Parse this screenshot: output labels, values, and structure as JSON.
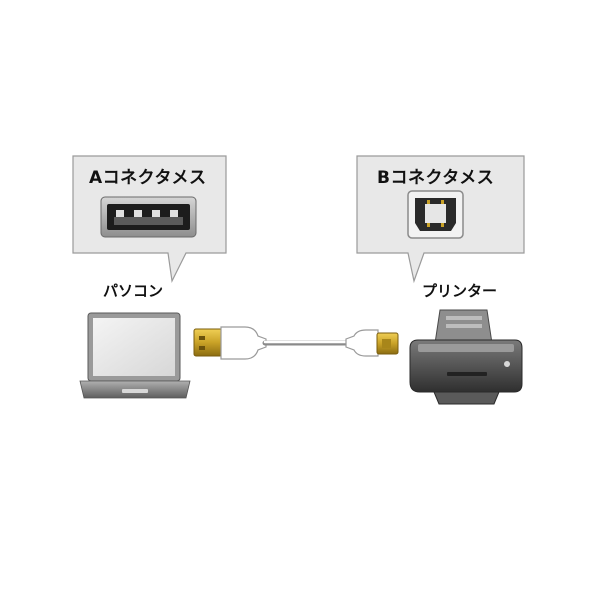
{
  "callouts": {
    "left": {
      "title": "Aコネクタメス"
    },
    "right": {
      "title": "Bコネクタメス"
    }
  },
  "devices": {
    "pc": {
      "label": "パソコン"
    },
    "printer": {
      "label": "プリンター"
    }
  },
  "colors": {
    "callout_fill": "#e8e8e8",
    "callout_stroke": "#9a9a9a",
    "connector_gold": "#c9a227",
    "laptop_gray": "#8a8a8a",
    "printer_dark": "#4a4a4a"
  }
}
